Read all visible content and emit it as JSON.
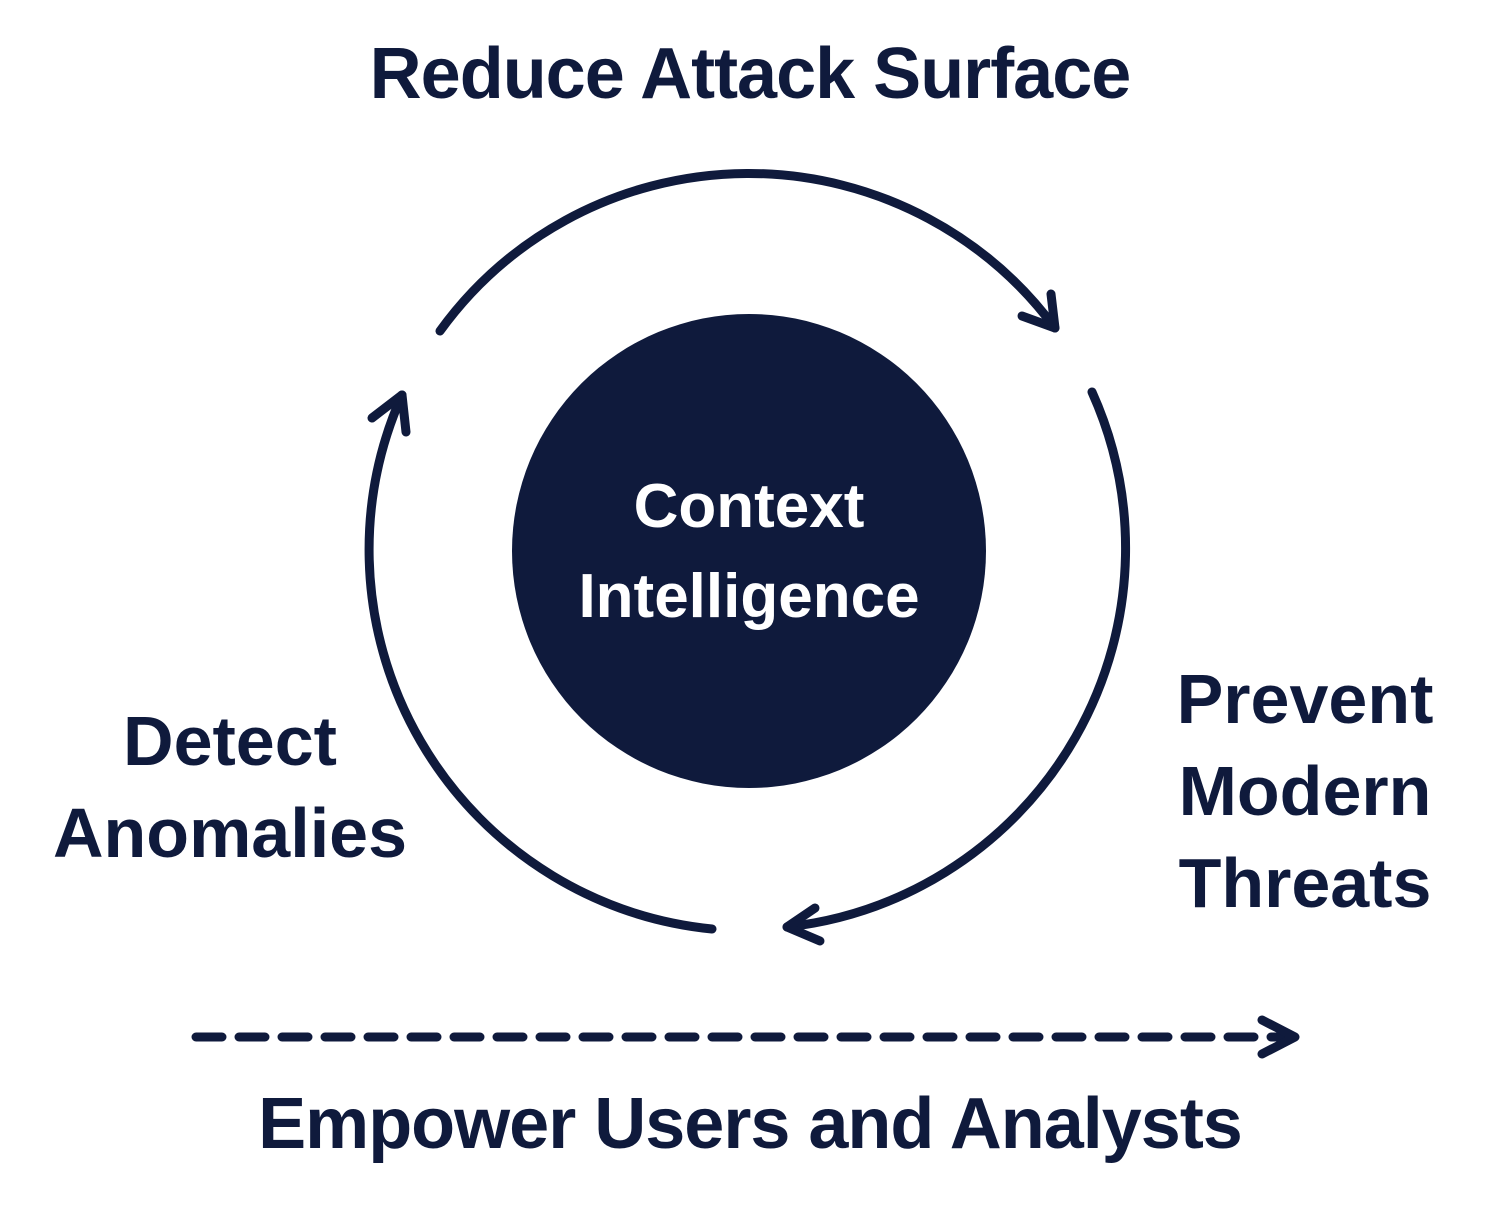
{
  "diagram": {
    "center": {
      "lines": [
        "Context",
        "Intelligence"
      ]
    },
    "labels": {
      "top": "Reduce Attack Surface",
      "right": [
        "Prevent",
        "Modern",
        "Threats"
      ],
      "left": [
        "Detect",
        "Anomalies"
      ],
      "bottom": "Empower Users and Analysts"
    },
    "colors": {
      "primary": "#0f1a3c",
      "center_text": "#ffffff",
      "background": "#ffffff"
    },
    "icons": {
      "cycle_arrows": "clockwise-cycle-arrow-icon",
      "progress_arrow": "dashed-right-arrow-icon"
    }
  }
}
